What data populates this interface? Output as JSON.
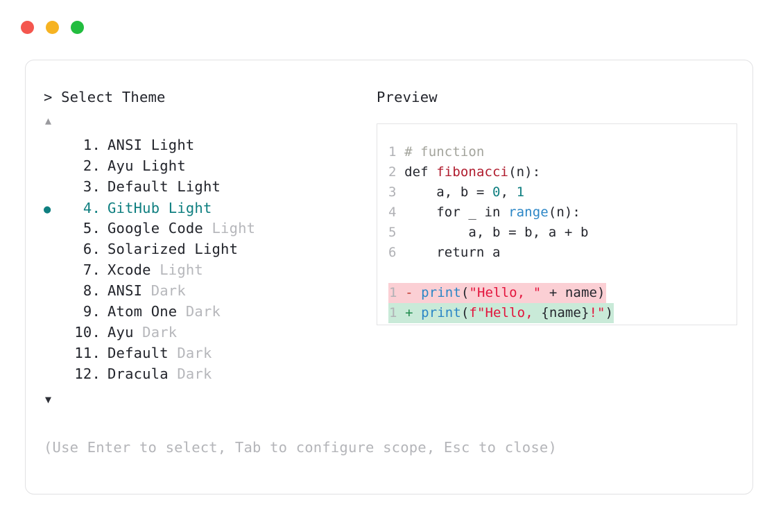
{
  "window": {
    "dots": [
      {
        "name": "close-dot",
        "color": "#f4564e"
      },
      {
        "name": "minimize-dot",
        "color": "#f6b322"
      },
      {
        "name": "maximize-dot",
        "color": "#22bd3f"
      }
    ]
  },
  "left": {
    "prompt": "> Select Theme",
    "scroll_up": "▲",
    "scroll_down": "▼",
    "selected_index": 4,
    "bullet": "●",
    "items": [
      {
        "num": " 1.",
        "name": "ANSI",
        "suffix": "Light",
        "suffix_dim": false
      },
      {
        "num": " 2.",
        "name": "Ayu",
        "suffix": "Light",
        "suffix_dim": false
      },
      {
        "num": " 3.",
        "name": "Default",
        "suffix": "Light",
        "suffix_dim": false
      },
      {
        "num": " 4.",
        "name": "GitHub",
        "suffix": "Light",
        "suffix_dim": false
      },
      {
        "num": " 5.",
        "name": "Google Code",
        "suffix": "Light",
        "suffix_dim": true
      },
      {
        "num": " 6.",
        "name": "Solarized",
        "suffix": "Light",
        "suffix_dim": false
      },
      {
        "num": " 7.",
        "name": "Xcode",
        "suffix": "Light",
        "suffix_dim": true
      },
      {
        "num": " 8.",
        "name": "ANSI",
        "suffix": "Dark",
        "suffix_dim": true
      },
      {
        "num": " 9.",
        "name": "Atom One",
        "suffix": "Dark",
        "suffix_dim": true
      },
      {
        "num": "10.",
        "name": "Ayu",
        "suffix": "Dark",
        "suffix_dim": true
      },
      {
        "num": "11.",
        "name": "Default",
        "suffix": "Dark",
        "suffix_dim": true
      },
      {
        "num": "12.",
        "name": "Dracula",
        "suffix": "Dark",
        "suffix_dim": true
      }
    ],
    "hint": "(Use Enter to select, Tab to configure scope, Esc to close)"
  },
  "right": {
    "title": "Preview",
    "code_lines": [
      {
        "ln": "1",
        "tokens": [
          {
            "t": " # function",
            "c": "comment"
          }
        ]
      },
      {
        "ln": "2",
        "tokens": [
          {
            "t": " def ",
            "c": "plain"
          },
          {
            "t": "fibonacci",
            "c": "fn"
          },
          {
            "t": "(n):",
            "c": "plain"
          }
        ]
      },
      {
        "ln": "3",
        "tokens": [
          {
            "t": "     a, b = ",
            "c": "plain"
          },
          {
            "t": "0",
            "c": "num"
          },
          {
            "t": ", ",
            "c": "plain"
          },
          {
            "t": "1",
            "c": "num"
          }
        ]
      },
      {
        "ln": "4",
        "tokens": [
          {
            "t": "     for _ in ",
            "c": "plain"
          },
          {
            "t": "range",
            "c": "builtin"
          },
          {
            "t": "(n):",
            "c": "plain"
          }
        ]
      },
      {
        "ln": "5",
        "tokens": [
          {
            "t": "         a, b = b, a + b",
            "c": "plain"
          }
        ]
      },
      {
        "ln": "6",
        "tokens": [
          {
            "t": "     return a",
            "c": "plain"
          }
        ]
      }
    ],
    "diff_lines": [
      {
        "kind": "del",
        "ln": "1",
        "sign": "-",
        "tokens": [
          {
            "t": " ",
            "c": "plain"
          },
          {
            "t": "print",
            "c": "builtin"
          },
          {
            "t": "(",
            "c": "plain"
          },
          {
            "t": "\"Hello, \"",
            "c": "str"
          },
          {
            "t": " + name)",
            "c": "plain"
          }
        ]
      },
      {
        "kind": "add",
        "ln": "1",
        "sign": "+",
        "tokens": [
          {
            "t": " ",
            "c": "plain"
          },
          {
            "t": "print",
            "c": "builtin"
          },
          {
            "t": "(",
            "c": "plain"
          },
          {
            "t": "f\"Hello, ",
            "c": "str"
          },
          {
            "t": "{name}",
            "c": "plain"
          },
          {
            "t": "!\"",
            "c": "str"
          },
          {
            "t": ")",
            "c": "plain"
          }
        ]
      }
    ]
  },
  "colors": {
    "accent_teal": "#0f7f80",
    "diff_del_bg": "#fbcfd4",
    "diff_add_bg": "#c9ead8",
    "card_border": "#e1e1e3",
    "dim_text": "#b6b7bb"
  }
}
